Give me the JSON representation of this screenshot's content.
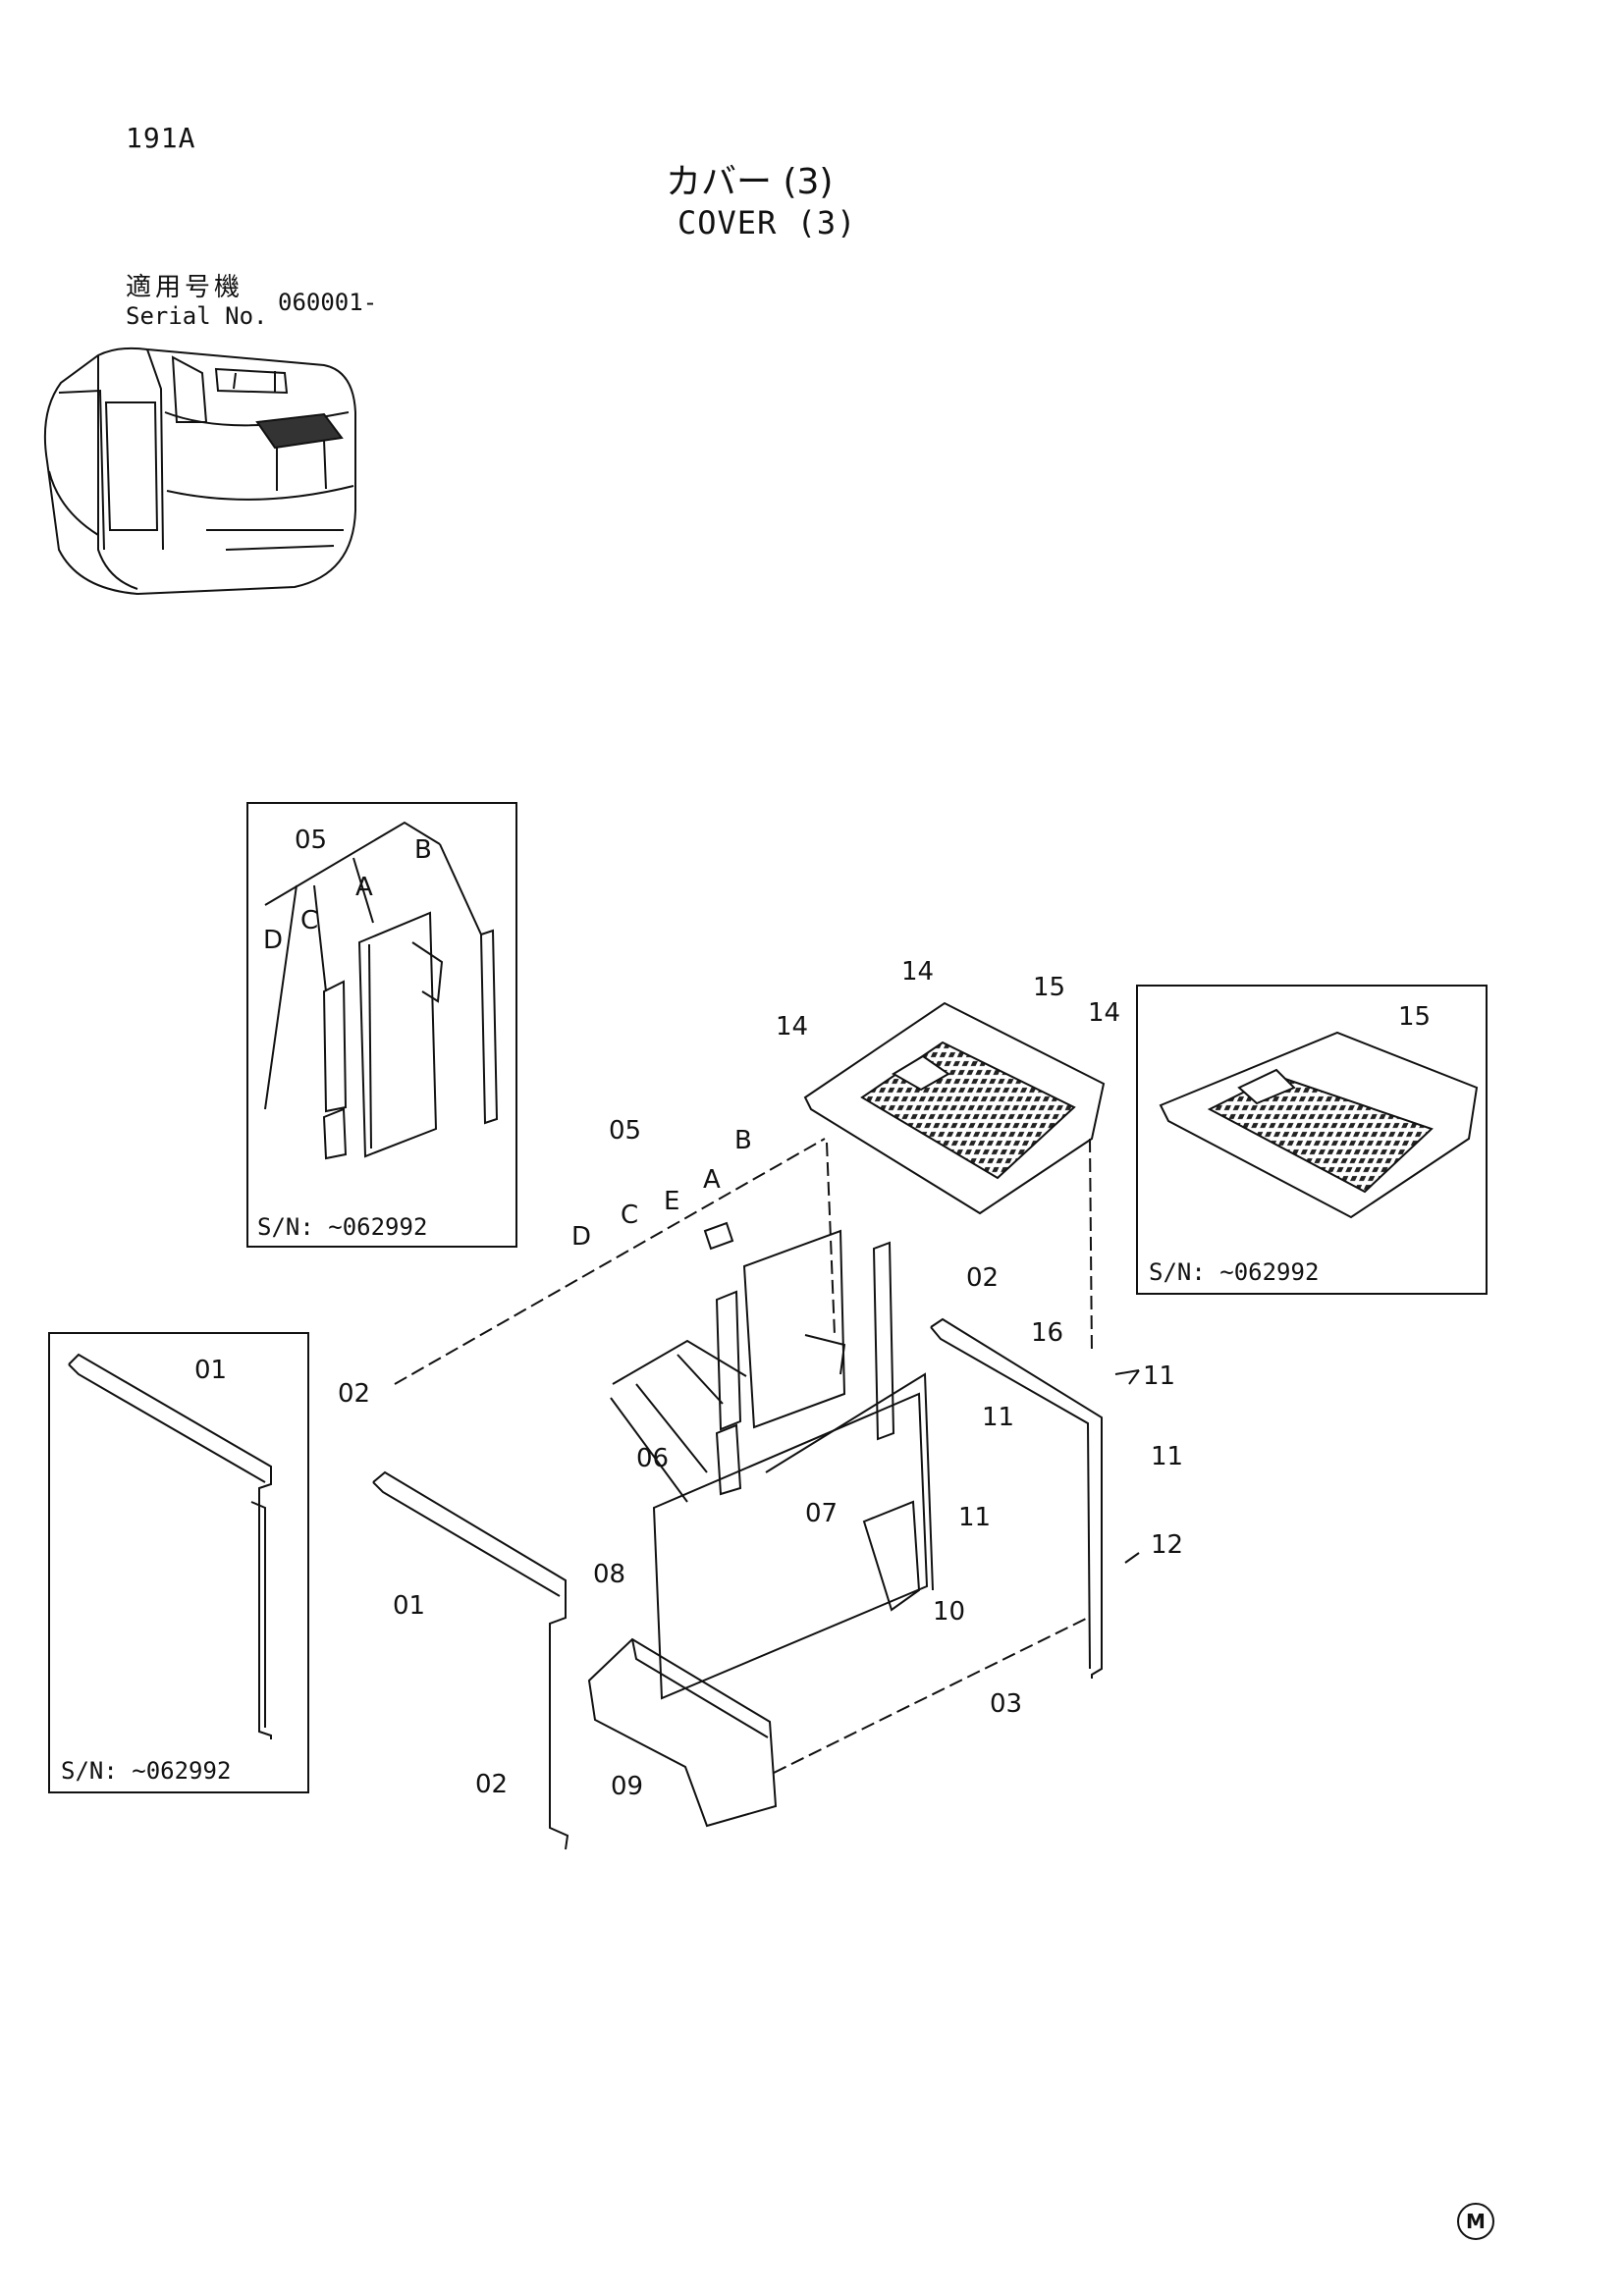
{
  "header": {
    "page_code": "191A",
    "title_jp": "カバー (3)",
    "title_en": "COVER (3)",
    "serial_label_jp": "適用号機",
    "serial_label_en": "Serial No.",
    "serial_value": "060001-"
  },
  "insets": {
    "upper_left": {
      "sn": "S/N: ~062992",
      "labels": [
        "05",
        "A",
        "B",
        "C",
        "D"
      ]
    },
    "lower_left": {
      "sn": "S/N: ~062992",
      "labels": [
        "01"
      ]
    },
    "right": {
      "sn": "S/N: ~062992",
      "labels": [
        "15"
      ]
    }
  },
  "callouts": {
    "c01": "01",
    "c02": "02",
    "c03": "03",
    "c05": "05",
    "c06": "06",
    "c07": "07",
    "c08": "08",
    "c09": "09",
    "c10": "10",
    "c11": "11",
    "c12": "12",
    "c14": "14",
    "c15": "15",
    "c16": "16",
    "cA": "A",
    "cB": "B",
    "cC": "C",
    "cD": "D",
    "cE": "E"
  },
  "footer": {
    "mark": "M"
  }
}
